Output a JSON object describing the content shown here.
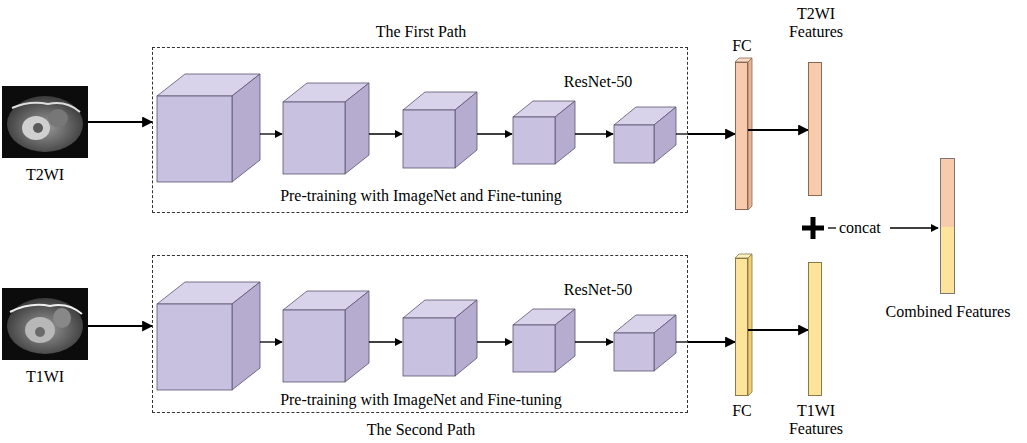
{
  "diagram": {
    "nodes": [
      {
        "text": [
          "T2WI"
        ]
      },
      {
        "text": [
          "The First Path",
          "ResNet-50",
          "Pre-training with ImageNet and Fine-tuning"
        ]
      },
      {
        "text": [
          "FC"
        ]
      },
      {
        "text": [
          "T2WI Features"
        ]
      },
      {
        "text": [
          "T1WI"
        ]
      },
      {
        "text": [
          "ResNet-50",
          "Pre-training with ImageNet and Fine-tuning",
          "The Second Path"
        ]
      },
      {
        "text": [
          "FC"
        ]
      },
      {
        "text": [
          "T1WI Features"
        ]
      },
      {
        "text": [
          "Combined Features"
        ]
      }
    ],
    "edges": [
      {
        "from": 0,
        "to": 1,
        "arrow": "to"
      },
      {
        "from": 1,
        "to": 2,
        "arrow": "to"
      },
      {
        "from": 2,
        "to": 3,
        "arrow": "to"
      },
      {
        "from": 4,
        "to": 5,
        "arrow": "to"
      },
      {
        "from": 5,
        "to": 6,
        "arrow": "to"
      },
      {
        "from": 6,
        "to": 7,
        "arrow": "to"
      }
    ],
    "labels": [
      "concat"
    ]
  }
}
